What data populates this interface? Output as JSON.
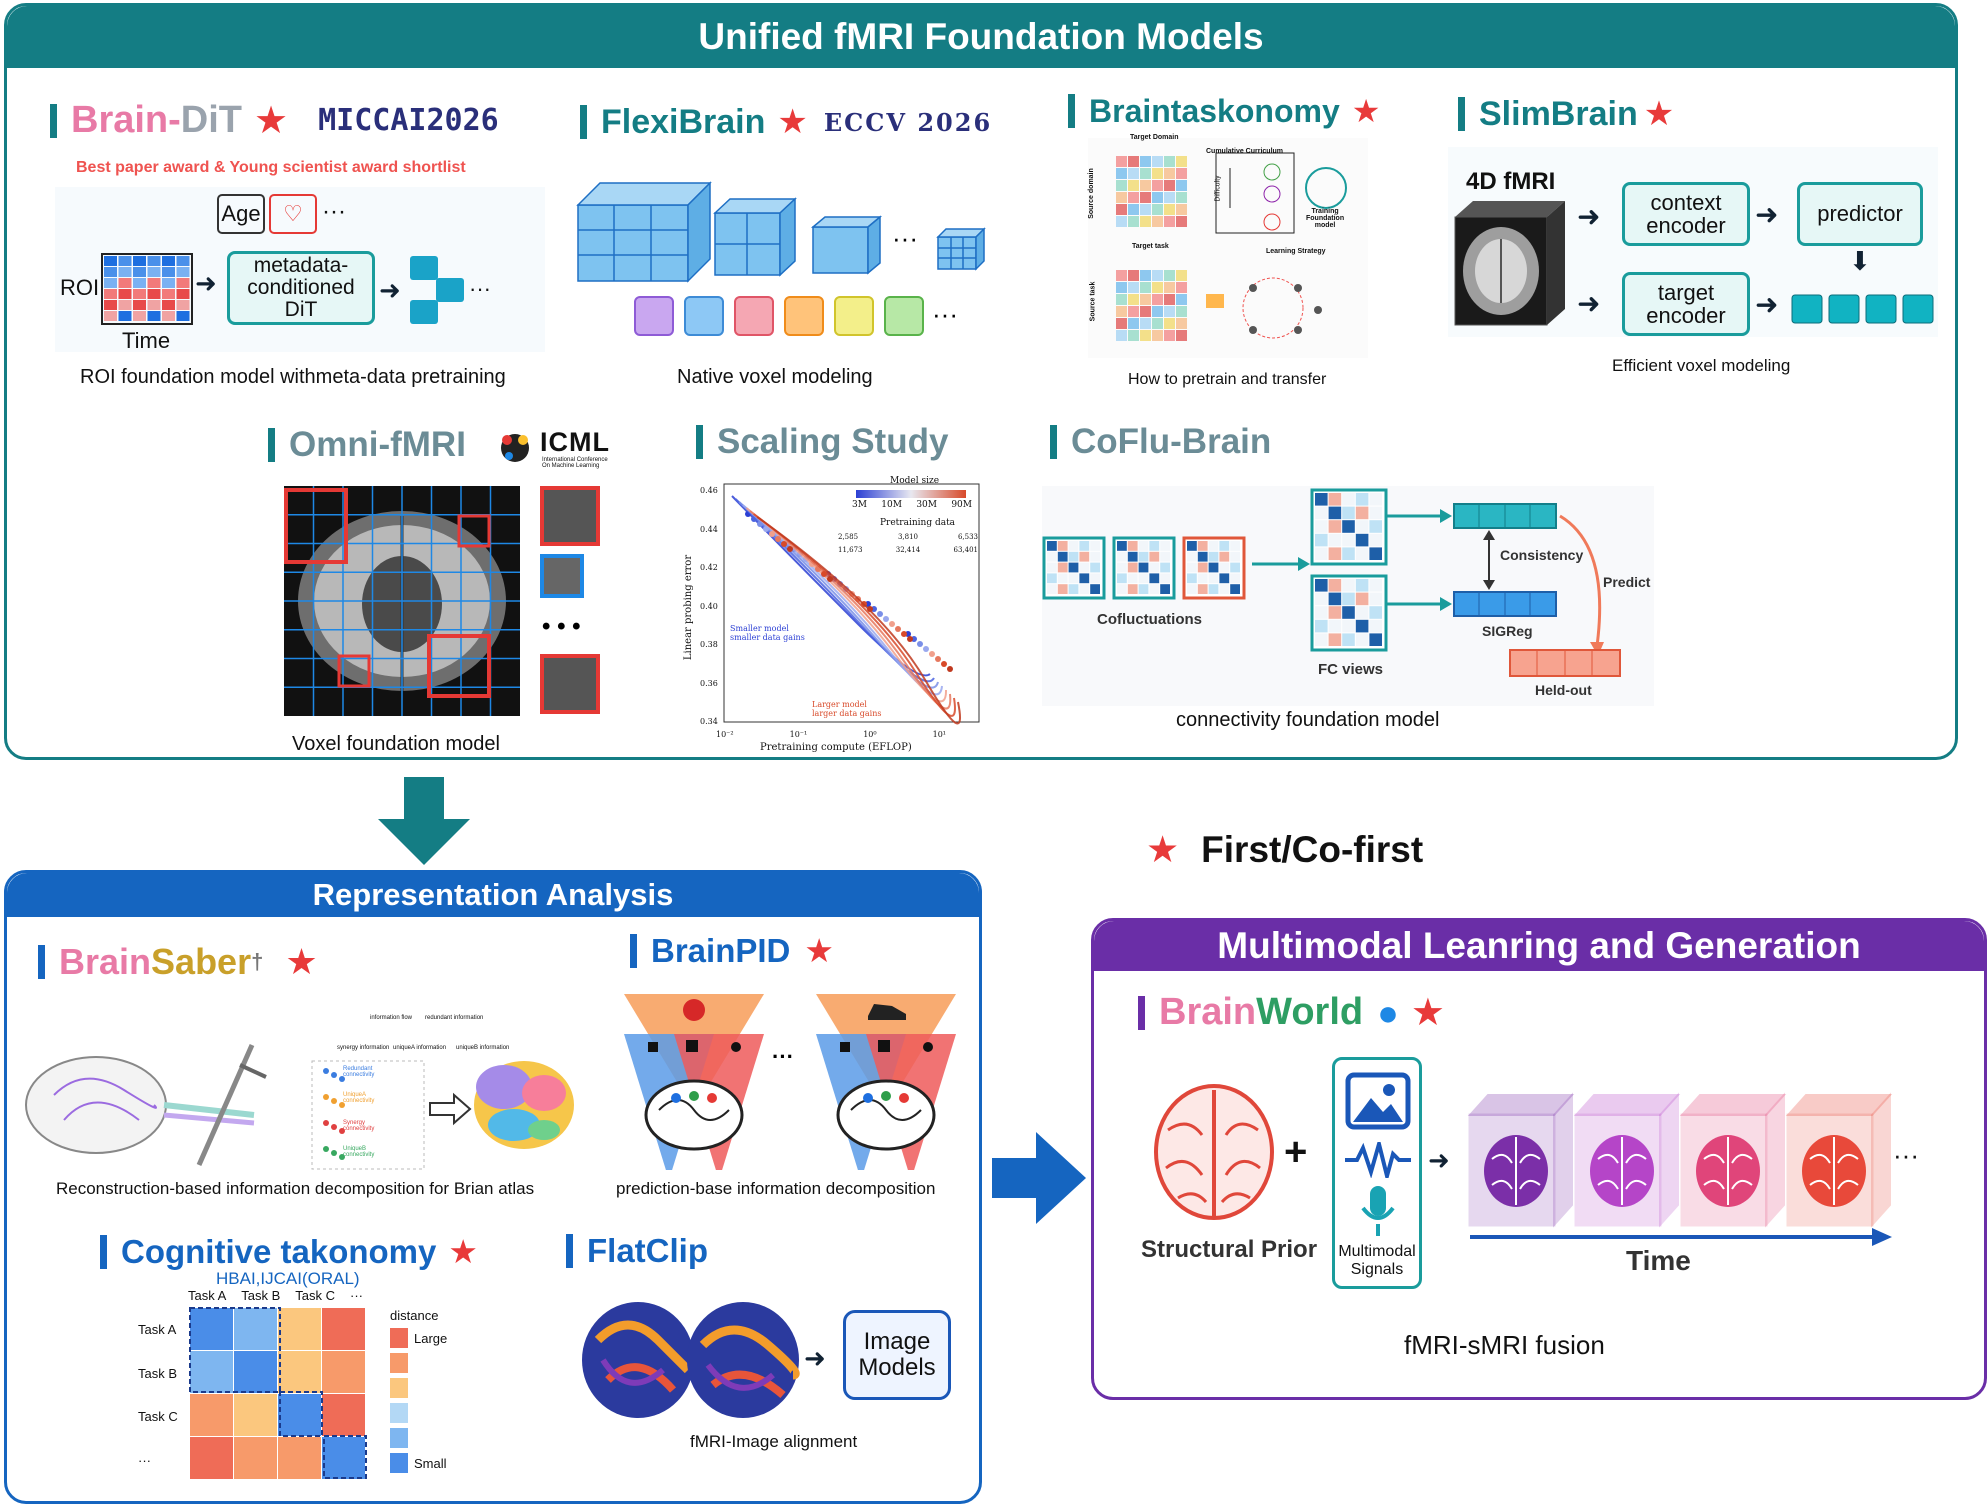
{
  "colors": {
    "teal": "#147d84",
    "blue": "#1565c0",
    "purple": "#6a2ea7",
    "star": "#e83a3a"
  },
  "top": {
    "title": "Unified fMRI Foundation Models",
    "braindit": {
      "name_a": "Brain-",
      "name_b": "DiT",
      "venue": "MICCAI2026",
      "award": "Best paper award & Young scientist award shortlist",
      "age": "Age",
      "ellipsis": "···",
      "roi": "ROI",
      "time": "Time",
      "box": "metadata-\nconditioned DiT",
      "caption": "ROI foundation model withmeta-data pretraining"
    },
    "flexibrain": {
      "name": "FlexiBrain",
      "venue": "ECCV 2026",
      "caption": "Native voxel modeling"
    },
    "braintaskonomy": {
      "name": "Braintaskonomy",
      "caption": "How to pretrain and transfer",
      "labels": {
        "target_domain": "Target Domain",
        "source_domain": "Source domain",
        "cumulative": "Cumulative Curriculum",
        "difficulty": "Difficulty",
        "training": "Training\nFoundation\nmodel",
        "target_task": "Target task",
        "source_task": "Source task",
        "learning": "Learning Strategy"
      }
    },
    "slimbrain": {
      "name": "SlimBrain",
      "fmri": "4D fMRI",
      "context": "context\nencoder",
      "predictor": "predictor",
      "target": "target\nencoder",
      "caption": "Efficient voxel modeling"
    },
    "omni": {
      "name": "Omni-fMRI",
      "venue": "ICML",
      "venue_sub": "International Conference\nOn Machine Learning",
      "caption": "Voxel foundation model"
    },
    "scaling": {
      "name": "Scaling Study",
      "legend_size_title": "Model size",
      "sizes": [
        "3M",
        "10M",
        "30M",
        "90M"
      ],
      "legend_data_title": "Pretraining data",
      "data_vals": [
        "2,585",
        "3,810",
        "6,533",
        "11,673",
        "32,414",
        "63,401"
      ],
      "ylabel": "Linear probing error",
      "xlabel": "Pretraining compute (EFLOP)",
      "yticks": [
        "0.46",
        "0.44",
        "0.42",
        "0.40",
        "0.38",
        "0.36",
        "0.34"
      ],
      "xticks": [
        "10⁻²",
        "10⁻¹",
        "10⁰",
        "10¹"
      ],
      "ann_small": "Smaller model\nsmaller data gains",
      "ann_large": "Larger model\nlarger data gains"
    },
    "coflu": {
      "name": "CoFlu-Brain",
      "cofluct": "Cofluctuations",
      "fc": "FC views",
      "consistency": "Consistency",
      "sigreg": "SIGReg",
      "predict": "Predict",
      "heldout": "Held-out",
      "caption": "connectivity foundation model"
    }
  },
  "legend": {
    "label": "First/Co-first"
  },
  "rep": {
    "title": "Representation Analysis",
    "brainsaber": {
      "name_a": "Brain",
      "name_b": "Saber",
      "caption": "Reconstruction-based information decomposition for Brian atlas",
      "flow_labels": [
        "information flow",
        "redundant information",
        "synergy information",
        "uniqueA information",
        "uniqueB information"
      ],
      "conn_labels": [
        "Redundant\nconnectivity",
        "UniqueA\nconnectivity",
        "Synergy\nconnectivity",
        "UniqueB\nconnectivity"
      ]
    },
    "brainpid": {
      "name": "BrainPID",
      "ellipsis": "···",
      "caption": "prediction-base information decomposition"
    },
    "cognitive": {
      "name": "Cognitive takonomy",
      "venue": "HBAI,IJCAI(ORAL)",
      "cols": [
        "Task A",
        "Task B",
        "Task C",
        "···"
      ],
      "rows": [
        "Task A",
        "Task B",
        "Task C",
        "···"
      ],
      "legend_title": "distance",
      "large": "Large",
      "small": "Small"
    },
    "flatclip": {
      "name": "FlatClip",
      "box": "Image\nModels",
      "caption": "fMRI-Image alignment"
    }
  },
  "mm": {
    "title": "Multimodal Leanring and Generation",
    "brainworld": {
      "name_a": "Brain",
      "name_b": "World",
      "structural": "Structural Prior",
      "multimodal": "Multimodal\nSignals",
      "time": "Time",
      "ellipsis": "···",
      "caption": "fMRI-sMRI fusion"
    }
  }
}
